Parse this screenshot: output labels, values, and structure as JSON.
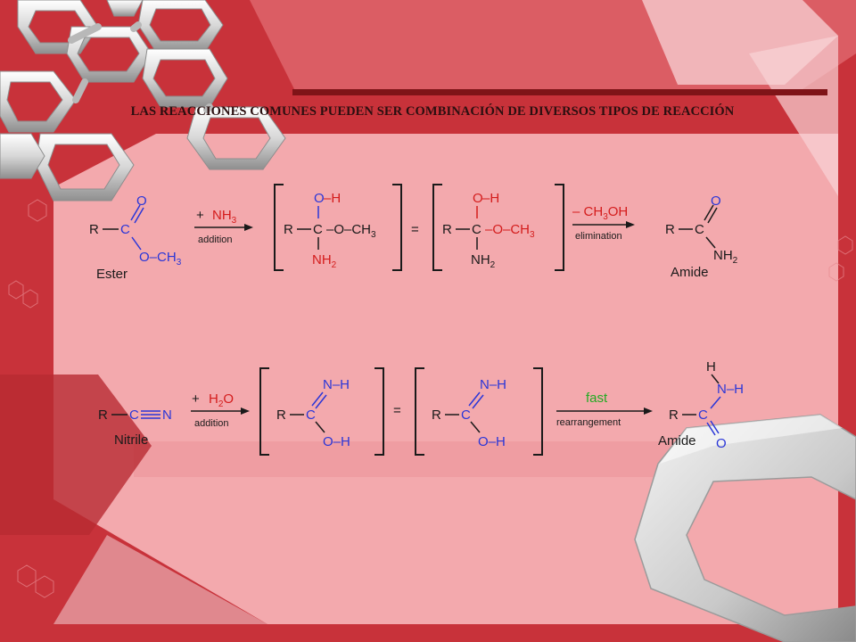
{
  "slide": {
    "title": "LAS REACCIONES COMUNES PUEDEN SER COMBINACIÓN DE DIVERSOS TIPOS DE REACCIÓN"
  },
  "colors": {
    "background_red": "#c8323a",
    "panel_pink": "#f3a9ad",
    "title_bar": "#7f1418",
    "oxygen_nitrogen": "#2a36d8",
    "reagent_red": "#d41c1c",
    "fast_green": "#22aa22"
  },
  "reaction1": {
    "R": "R",
    "C": "C",
    "O": "O",
    "OCH3": "O–CH",
    "sub3": "3",
    "ester_label": "Ester",
    "plus": "+",
    "NH3": "NH",
    "addition": "addition",
    "OH_O": "O",
    "OH_H": "–H",
    "NH2": "NH",
    "sub2": "2",
    "equals": "=",
    "minus": "–",
    "CH3OH_a": "CH",
    "CH3OH_b": "OH",
    "elimination": "elimination",
    "amide_label": "Amide"
  },
  "reaction2": {
    "R": "R",
    "C": "C",
    "N": "N",
    "nitrile_label": "Nitrile",
    "plus": "+",
    "H2O_a": "H",
    "H2O_b": "O",
    "addition": "addition",
    "NH": "N–H",
    "OH": "O–H",
    "equals": "=",
    "fast": "fast",
    "rearrangement": "rearrangement",
    "H": "H",
    "NH_amide": "N–H",
    "O": "O",
    "amide_label": "Amide"
  }
}
